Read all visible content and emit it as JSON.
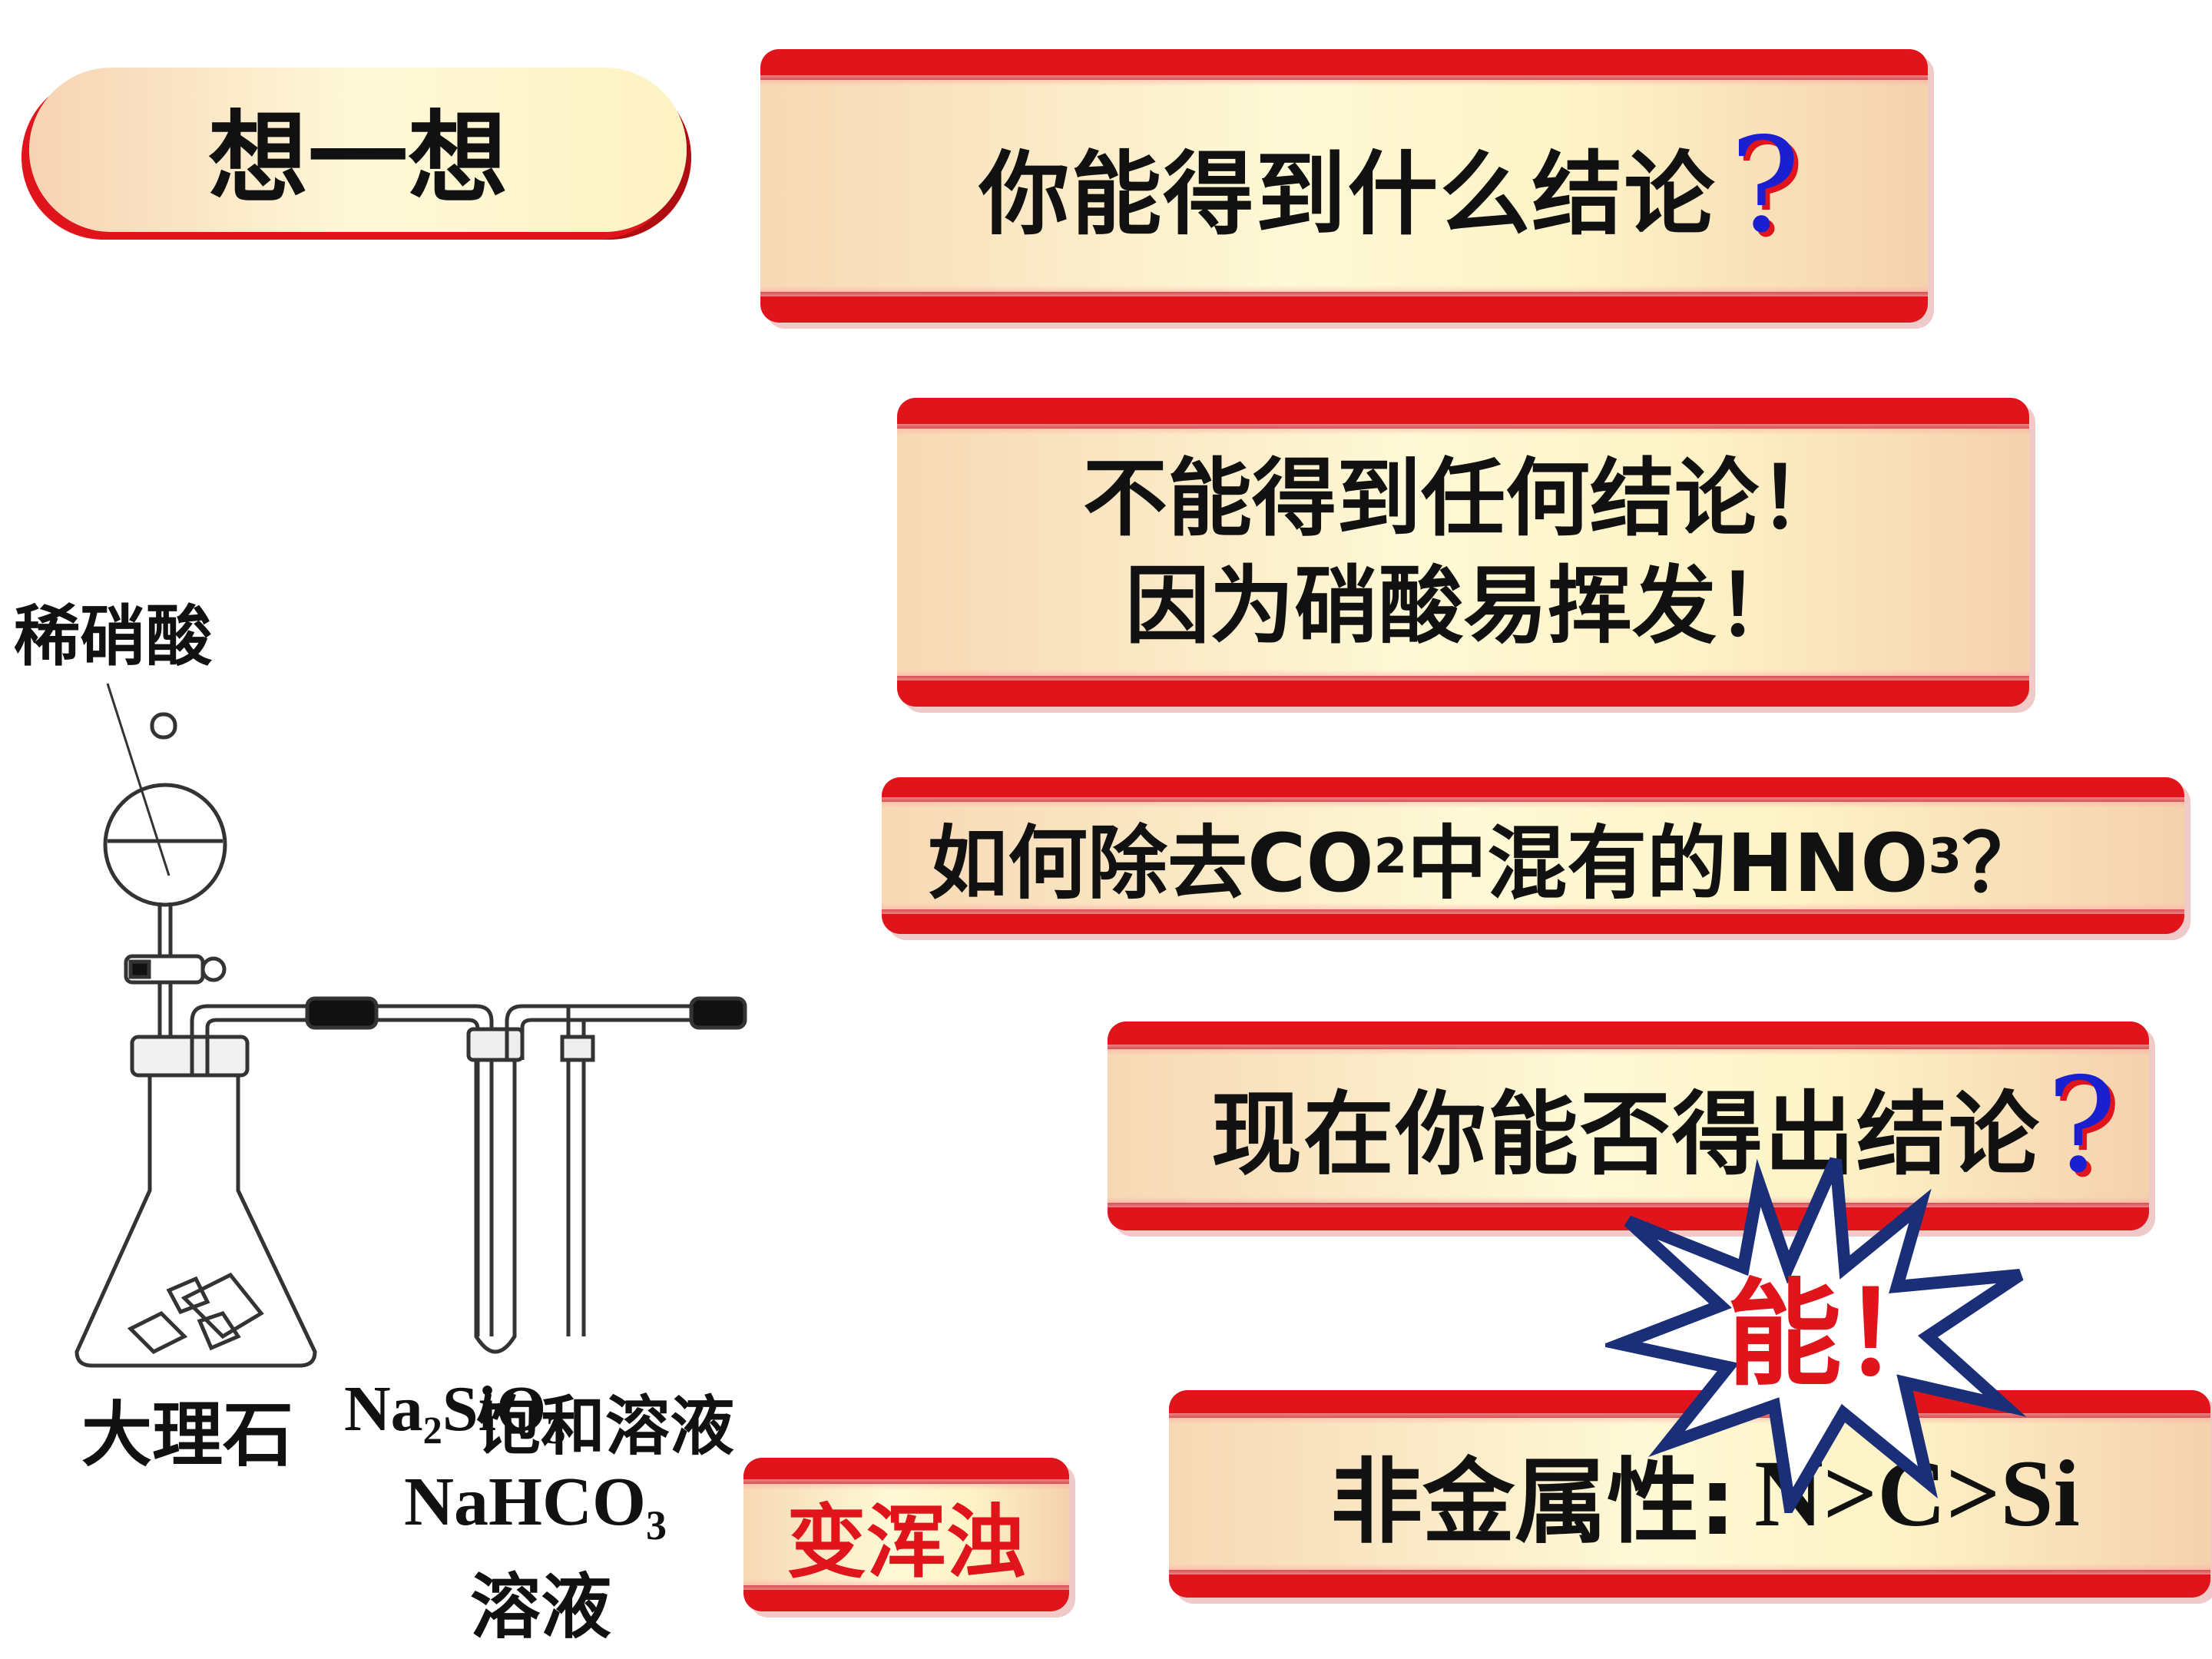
{
  "title_pill": "想一想",
  "question_box": {
    "text": "你能得到什么结论",
    "qmark": "?"
  },
  "answer_box": {
    "line1": "不能得到任何结论！",
    "line2": "因为硝酸易挥发！"
  },
  "remove_box": {
    "pre": "如何除去CO",
    "sub1": "2",
    "mid": "中混有的HNO",
    "sub2": "3",
    "post": "？"
  },
  "now_box": {
    "text": "现在你能否得出结论",
    "qmark": "?"
  },
  "burst_text": "能！",
  "conclusion_box": {
    "prefix": "非金属性:",
    "formula": "N>C>Si"
  },
  "turbid_box": "变浑浊",
  "apparatus": {
    "acid_label": "稀硝酸",
    "marble_label": "大理石",
    "sat_label_na": "Na",
    "sat_label_sub": "2",
    "sat_label_sio": "SiO",
    "sat_label_sub2": "3",
    "sat_label_text": "饱和溶液",
    "nahco3_label": "NaHCO",
    "nahco3_sub": "3",
    "nahco3_solution": "溶液"
  },
  "colors": {
    "banner_red": "#e0141b",
    "qmark_blue": "#1a1fd0",
    "turbid_red": "#e0141b",
    "burst_blue": "#1b2e78"
  }
}
